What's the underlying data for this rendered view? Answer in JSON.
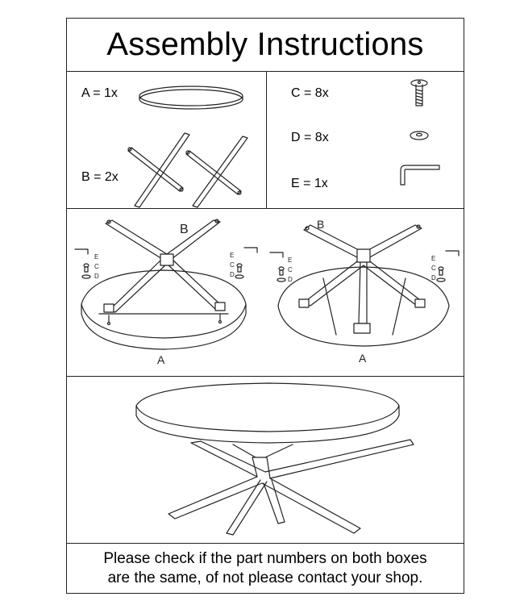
{
  "title": "Assembly Instructions",
  "parts": {
    "a": "A = 1x",
    "b": "B = 2x",
    "c": "C = 8x",
    "d": "D = 8x",
    "e": "E = 1x"
  },
  "steps": {
    "step1": {
      "frame_label": "B",
      "top_label": "A",
      "left_callouts": [
        "E",
        "C",
        "D"
      ],
      "right_callouts": [
        "E",
        "C",
        "D"
      ]
    },
    "step2": {
      "frame_label": "B",
      "top_label": "A",
      "left_callouts": [
        "E",
        "C",
        "D"
      ],
      "right_callouts": [
        "E",
        "C",
        "D"
      ]
    }
  },
  "note": {
    "line1": "Please check if the part numbers on both boxes",
    "line2": "are the same, of not please contact your shop."
  }
}
